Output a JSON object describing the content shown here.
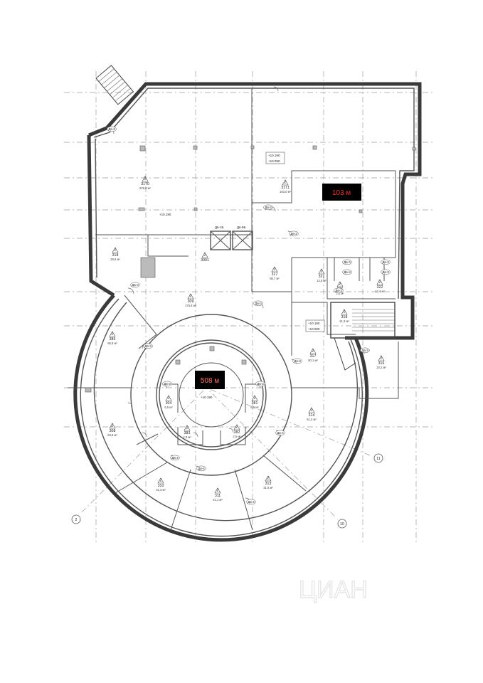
{
  "highlights": [
    {
      "text": "103 м",
      "color": "#ff2a2a"
    },
    {
      "text": "508 м",
      "color": "#ff6a6a"
    }
  ],
  "elevations": [
    "+10.190",
    "+10.090",
    "+10.190",
    "+10.090",
    "+10.190",
    "+10.190"
  ],
  "rooms": [
    {
      "floor": "2",
      "num": "3170",
      "area": "229,0 м²"
    },
    {
      "floor": "2",
      "num": "3171",
      "area": "183,0 м²"
    },
    {
      "floor": "2",
      "num": "318",
      "area": "29,8 м²"
    },
    {
      "floor": "2",
      "num": "309",
      "area": "175,6 м²"
    },
    {
      "floor": "2",
      "num": "317",
      "area": "86,7 м²"
    },
    {
      "floor": "2",
      "num": "3091",
      "area": ""
    },
    {
      "floor": "2",
      "num": "321",
      "area": "12,8 м²"
    },
    {
      "floor": "2",
      "num": "326",
      "area": "2,4 м²"
    },
    {
      "floor": "2",
      "num": "322",
      "area": "12,4 м²"
    },
    {
      "floor": "1",
      "num": "318",
      "area": "21,3 м²"
    },
    {
      "floor": "2",
      "num": "386",
      "area": "55,8 м²"
    },
    {
      "floor": "2",
      "num": "317",
      "area": "60,1 м²"
    },
    {
      "floor": "2",
      "num": "316",
      "area": "33,2 м²"
    },
    {
      "floor": "2",
      "num": "304",
      "area": "6,5 м²"
    },
    {
      "floor": "2",
      "num": "381",
      "area": "6,5 м²"
    },
    {
      "floor": "2",
      "num": "308",
      "area": "53,8 м²"
    },
    {
      "floor": "2",
      "num": "314",
      "area": "51,4 м²"
    },
    {
      "floor": "2",
      "num": "383",
      "area": "2,3 м²"
    },
    {
      "floor": "2",
      "num": "382",
      "area": "2,5 м²"
    },
    {
      "floor": "2",
      "num": "310",
      "area": "31,3 м²"
    },
    {
      "floor": "2",
      "num": "311",
      "area": "41,1 м²"
    },
    {
      "floor": "2",
      "num": "313",
      "area": "31,5 м²"
    }
  ],
  "doors": [
    "Дв-3",
    "Дв-3",
    "Дв-3",
    "Дв-3",
    "Дв-3",
    "Дв-4",
    "Дв-4",
    "Дв-4",
    "Дв-4",
    "Дв-3",
    "Дв-3",
    "Дв-3",
    "Дв-3",
    "Дв-3",
    "Дв-3",
    "Дв-3",
    "Дв-3",
    "Дв-3",
    "Дв-3"
  ],
  "lift_labels": [
    "Дв-1Б",
    "Дв-9Б"
  ],
  "axis_marks": [
    "2",
    "10",
    "11"
  ],
  "watermark": "ЦИАН"
}
